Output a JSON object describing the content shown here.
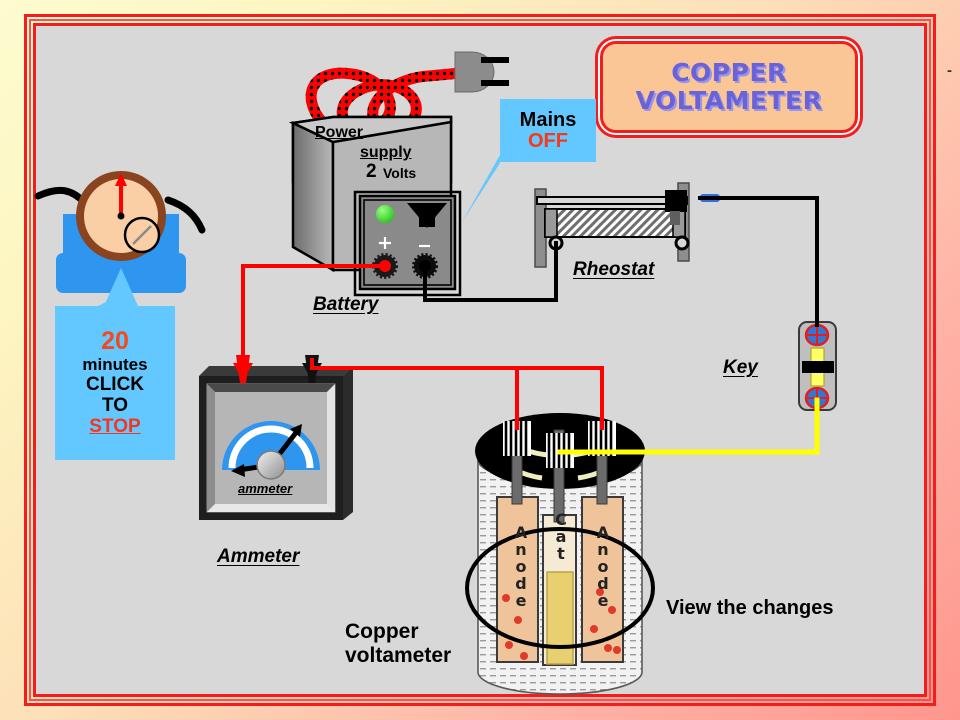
{
  "title": {
    "line1": "COPPER",
    "line2": "VOLTAMETER"
  },
  "mains": {
    "label": "Mains",
    "state": "OFF"
  },
  "timer": {
    "minutes_value": "20",
    "minutes_word": "minutes",
    "click": "CLICK",
    "to": "TO",
    "action": "STOP"
  },
  "power_supply": {
    "line1": "Power",
    "line2": "supply",
    "volts_number": "2",
    "volts_word": "Volts",
    "plus": "+",
    "minus": "-"
  },
  "labels": {
    "battery": "Battery",
    "rheostat": "Rheostat",
    "key": "Key",
    "ammeter": "Ammeter",
    "ammeter_face": "ammeter",
    "copper_voltameter": "Copper\nvoltameter",
    "copper_voltameter_l1": "Copper",
    "copper_voltameter_l2": "voltameter",
    "view_changes": "View  the changes"
  },
  "voltameter": {
    "anode_left": "A\nn\no\nd\ne",
    "anode_right": "A\nn\no\nd\ne",
    "cathode": "C\na\nt"
  },
  "misc": {
    "corner_dot": "-"
  },
  "colors": {
    "page_border_red": "#f41d1d",
    "canvas_gray": "#d8d8d8",
    "callout_blue": "#63c8ff",
    "title_fill": "#fac695",
    "title_text": "#6a63d8",
    "wire_red": "#ff0000",
    "wire_black": "#000000",
    "wire_yellow": "#ffff00",
    "led_green": "#3ddb2d",
    "stop_red": "#f4361f",
    "deposit_yellow": "#e8d070"
  }
}
